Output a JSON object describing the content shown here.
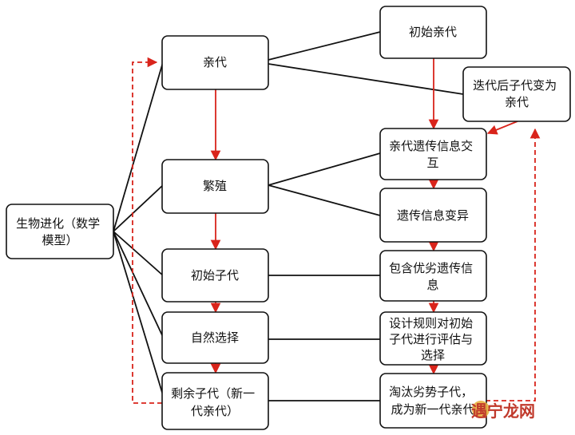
{
  "diagram": {
    "nodes": {
      "root": [
        "生物进化（数学",
        "模型）"
      ],
      "parent": [
        "亲代"
      ],
      "reproduce": [
        "繁殖"
      ],
      "initial_offspring": [
        "初始子代"
      ],
      "natural_selection": [
        "自然选择"
      ],
      "remaining_offspring": [
        "剩余子代（新一",
        "代亲代）"
      ],
      "initial_parent": [
        "初始亲代"
      ],
      "iterate_offspring": [
        "迭代后子代变为",
        "亲代"
      ],
      "gene_exchange": [
        "亲代遗传信息交",
        "互"
      ],
      "gene_mutation": [
        "遗传信息变异"
      ],
      "contains_info": [
        "包含优劣遗传信",
        "息"
      ],
      "design_rules": [
        "设计规则对初始",
        "子代进行评估与",
        "选择"
      ],
      "eliminate": [
        "淘汰劣势子代，",
        "成为新一代亲代"
      ]
    },
    "colors": {
      "arrow": "#d9241b",
      "line": "#111111",
      "box_border": "#111111"
    }
  },
  "watermark": {
    "text": "遇宁龙网"
  }
}
